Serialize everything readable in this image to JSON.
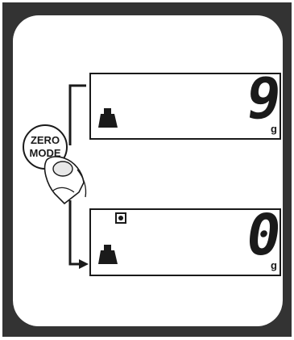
{
  "button": {
    "line1": "ZERO",
    "line2": "MODE"
  },
  "display_top": {
    "reading": "9",
    "unit": "g",
    "weight_icon": "weight-icon"
  },
  "display_bottom": {
    "reading": "0",
    "unit": "g",
    "weight_icon": "weight-icon",
    "zero_indicator": "zero-indicator-icon"
  },
  "colors": {
    "frame": "#333333",
    "panel": "#ffffff",
    "ink": "#1a1a1a"
  }
}
